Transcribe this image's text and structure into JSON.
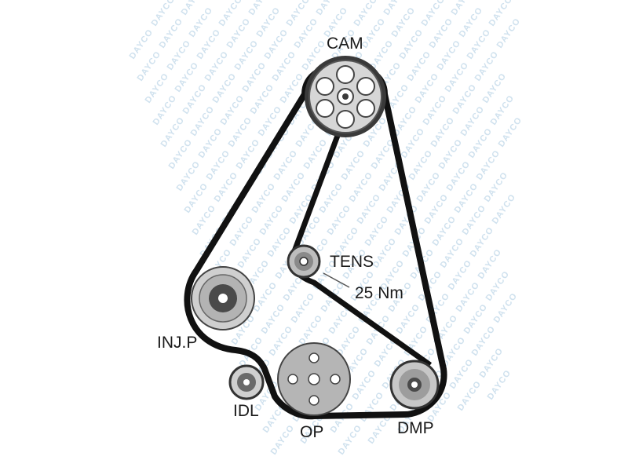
{
  "diagram": {
    "watermark_text": "DAYCO",
    "labels": {
      "cam": "CAM",
      "tens": "TENS",
      "torque": "25 Nm",
      "injp": "INJ.P",
      "idl": "IDL",
      "op": "OP",
      "dmp": "DMP"
    },
    "colors": {
      "belt": "#111111",
      "pulley_outer": "#cfcfcf",
      "pulley_inner": "#9a9a9a",
      "pulley_dark": "#3a3a3a",
      "watermark": "#cfe1ee"
    }
  }
}
